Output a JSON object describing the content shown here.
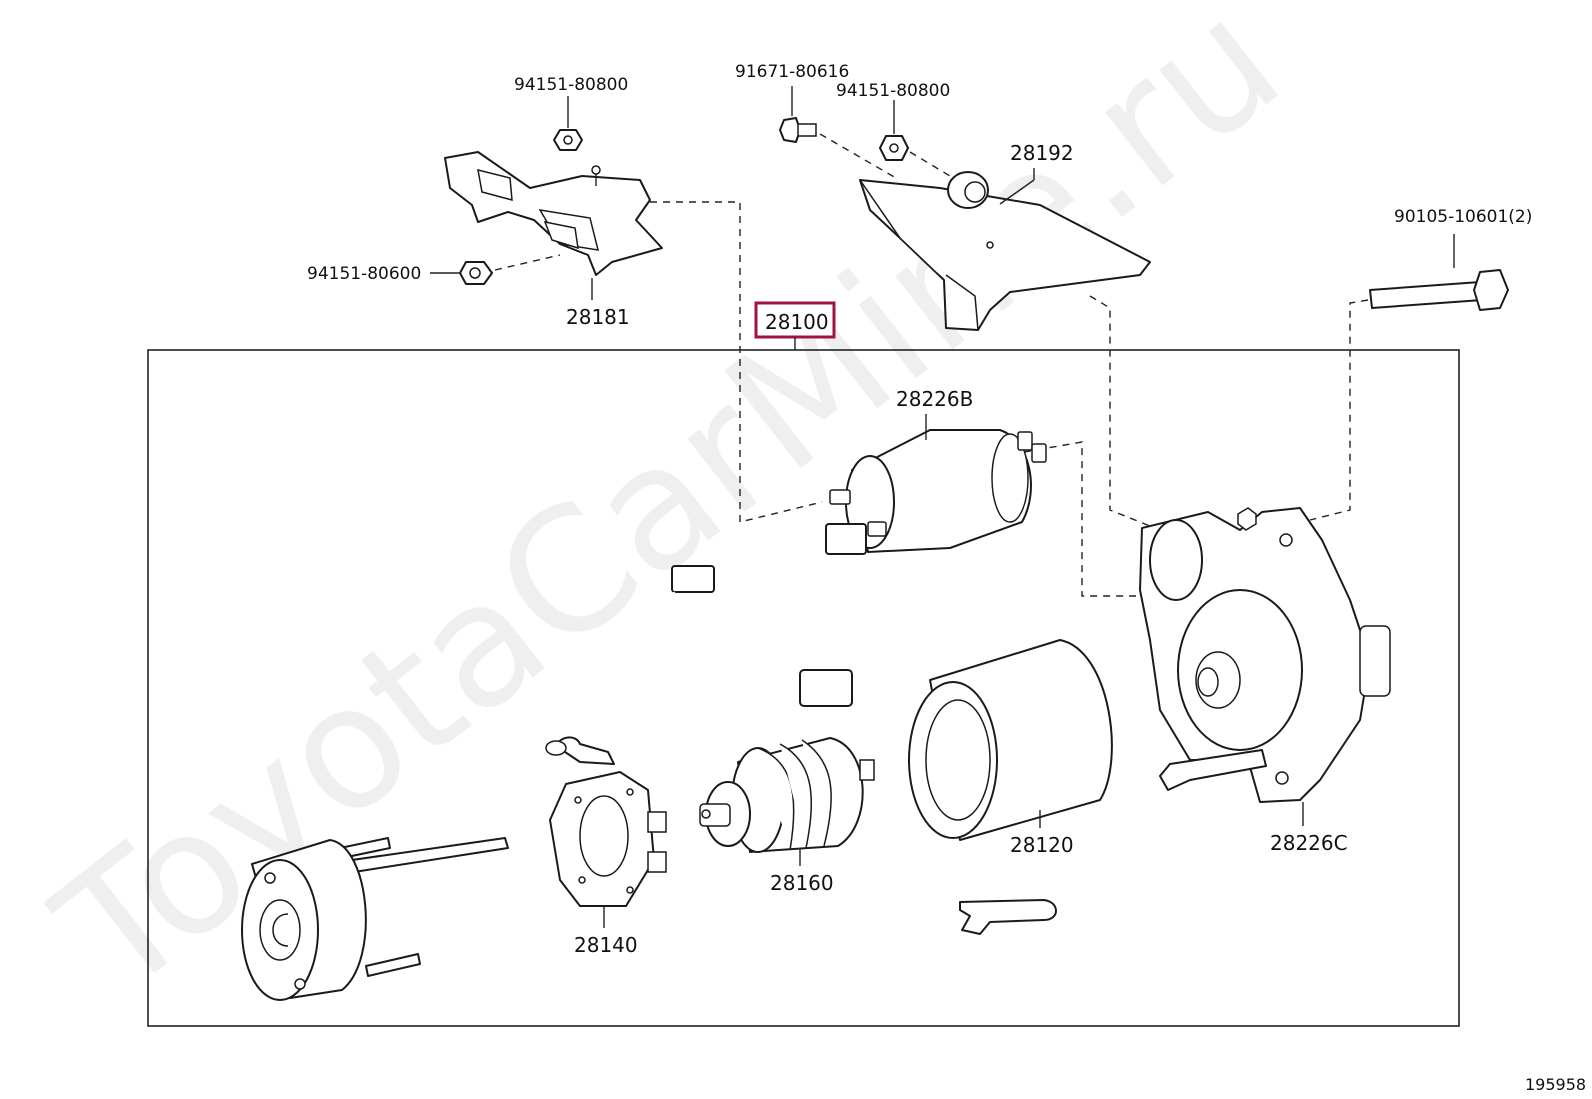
{
  "watermark": "ToyotaCarMine.ru",
  "highlight": {
    "color": "#a0143c"
  },
  "reference_number": "195958",
  "parts": {
    "assembly": "28100",
    "nut_top_left": "94151-80800",
    "nut_left": "94151-80600",
    "bracket_left": "28181",
    "bolt_small": "91671-80616",
    "nut_top_mid": "94151-80800",
    "bracket_right": "28192",
    "bolt_long": "90105-10601(2)",
    "solenoid": "28226B",
    "housing": "28226C",
    "yoke": "28120",
    "armature": "28160",
    "brush_holder": "28140"
  }
}
